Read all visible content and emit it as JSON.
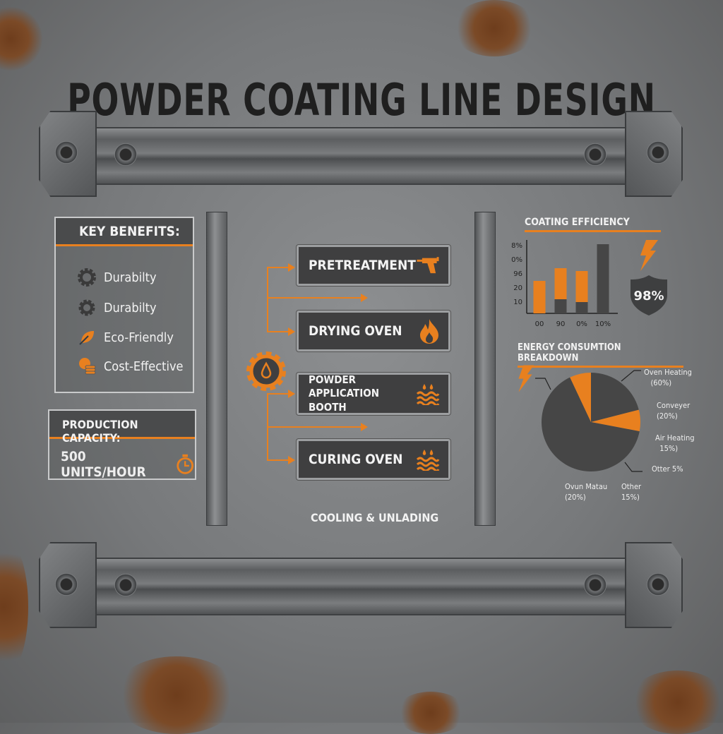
{
  "title": "POWDER COATING LINE DESIGN",
  "key_benefits": {
    "heading": "KEY BENEFITS:",
    "items": [
      {
        "label": "Durabilty",
        "icon": "gear-icon"
      },
      {
        "label": "Durabilty",
        "icon": "gear-icon"
      },
      {
        "label": "Eco-Friendly",
        "icon": "leaf-icon"
      },
      {
        "label": "Cost-Effective",
        "icon": "coins-icon"
      }
    ]
  },
  "production": {
    "heading": "PRODUCTION CAPACITY:",
    "value": "500 UNITS/HOUR",
    "icon": "stopwatch-icon"
  },
  "process": {
    "steps": [
      {
        "label": "PRETREATMENT",
        "icon": "spray-gun-icon"
      },
      {
        "label": "DRYING OVEN",
        "icon": "flame-icon"
      },
      {
        "label": "POWDER APPLICATION BOOTH",
        "icon": "water-drops-icon"
      },
      {
        "label": "CURING OVEN",
        "icon": "water-drops-icon"
      }
    ],
    "final": "COOLING & UNLADING",
    "hub_icon": "gear-drop-icon"
  },
  "colors": {
    "accent": "#e8801f",
    "dark": "#464646"
  },
  "chart_data": [
    {
      "type": "bar",
      "title": "COATING EFFICIENCY",
      "stacked": true,
      "categories": [
        "00",
        "90",
        "0%",
        "10%"
      ],
      "y_tick_labels": [
        "10",
        "20",
        "96",
        "0%",
        "8%"
      ],
      "series": [
        {
          "color": "#464646",
          "values": [
            0,
            10,
            8,
            49
          ]
        },
        {
          "color": "#e8801f",
          "values": [
            23,
            22,
            22,
            0
          ]
        }
      ],
      "badge": "98%"
    },
    {
      "type": "pie",
      "title": "ENERGY CONSUMTION BREAKDOWN",
      "slices": [
        {
          "color": "#464646",
          "value": 21
        },
        {
          "color": "#e8801f",
          "value": 7
        },
        {
          "color": "#464646",
          "value": 65
        },
        {
          "color": "#e8801f",
          "value": 7
        }
      ],
      "labels": [
        {
          "name": "Oven Heating",
          "pct": "(60%)"
        },
        {
          "name": "Conveyer",
          "pct": "(20%)"
        },
        {
          "name": "Air Heating",
          "pct": "15%)"
        },
        {
          "name": "Otter 5%",
          "pct": ""
        },
        {
          "name": "Ovun Matau",
          "pct": "(20%)"
        },
        {
          "name": "Other",
          "pct": "15%)"
        }
      ]
    }
  ]
}
